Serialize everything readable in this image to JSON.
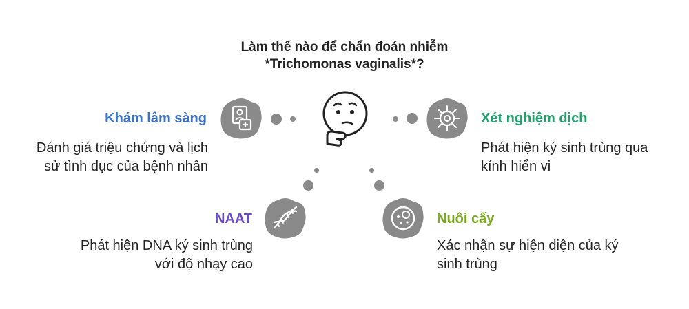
{
  "title": {
    "line1": "Làm thế nào để chẩn đoán nhiễm",
    "line2": "*Trichomonas vaginalis*?"
  },
  "center_icon": "thinking-face-icon",
  "items": [
    {
      "heading": "Khám lâm sàng",
      "color": "#3b73c8",
      "icon": "clinical-exam-icon",
      "desc_lines": [
        "Đánh giá triệu chứng và lịch",
        "sử tình dục của bệnh nhân"
      ]
    },
    {
      "heading": "Xét nghiệm dịch",
      "color": "#22a06b",
      "icon": "microscope-cell-icon",
      "desc_lines": [
        "Phát hiện ký sinh trùng qua",
        "kính hiển vi"
      ]
    },
    {
      "heading": "NAAT",
      "color": "#6a4cc9",
      "icon": "dna-icon",
      "desc_lines": [
        "Phát hiện DNA ký sinh trùng",
        "với độ nhạy cao"
      ]
    },
    {
      "heading": "Nuôi cấy",
      "color": "#7aab1e",
      "icon": "petri-dish-icon",
      "desc_lines": [
        "Xác nhận sự hiện diện của ký",
        "sinh trùng"
      ]
    }
  ]
}
